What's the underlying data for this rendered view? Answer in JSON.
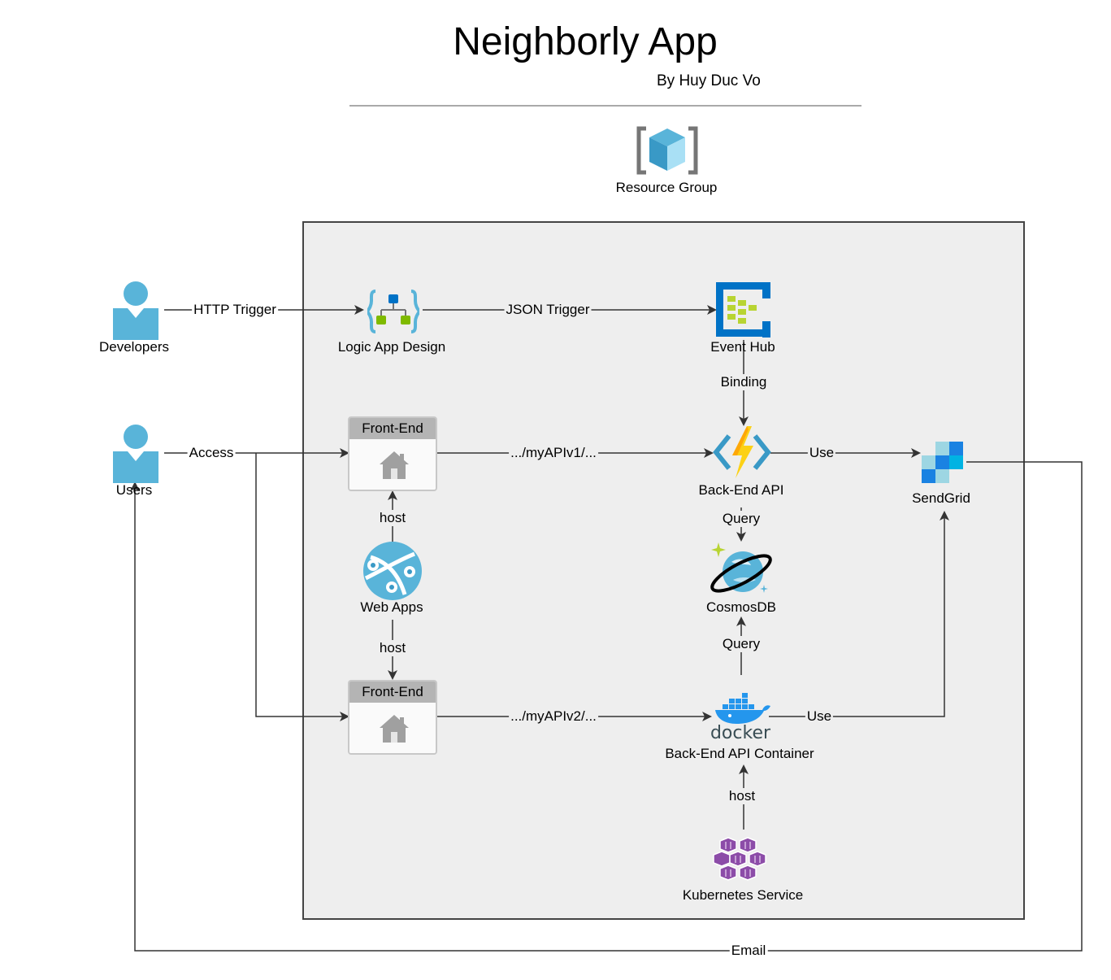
{
  "header": {
    "title": "Neighborly App",
    "subtitle": "By Huy Duc Vo"
  },
  "nodes": {
    "resource_group": "Resource Group",
    "developers": "Developers",
    "users": "Users",
    "logic_app": "Logic App Design",
    "event_hub": "Event Hub",
    "frontend_1": "Front-End",
    "frontend_2": "Front-End",
    "web_apps": "Web Apps",
    "backend_api": "Back-End API",
    "sendgrid": "SendGrid",
    "cosmosdb": "CosmosDB",
    "backend_container": "Back-End API Container",
    "kubernetes": "Kubernetes Service",
    "docker_logo": "docker"
  },
  "edges": {
    "http_trigger": "HTTP Trigger",
    "json_trigger": "JSON Trigger",
    "binding": "Binding",
    "access": "Access",
    "api_v1": ".../myAPIv1/...",
    "api_v2": ".../myAPIv2/...",
    "use_1": "Use",
    "use_2": "Use",
    "query_1": "Query",
    "query_2": "Query",
    "host_1": "host",
    "host_2": "host",
    "host_3": "host",
    "email": "Email"
  },
  "colors": {
    "user_icon": "#59b4d9",
    "azure_blue": "#0072c6",
    "function_yellow": "#fcd116",
    "sendgrid_blue": "#1a82e2",
    "kubernetes_purple": "#8c4ca8",
    "docker_blue": "#2496ed",
    "edge": "#333333"
  }
}
